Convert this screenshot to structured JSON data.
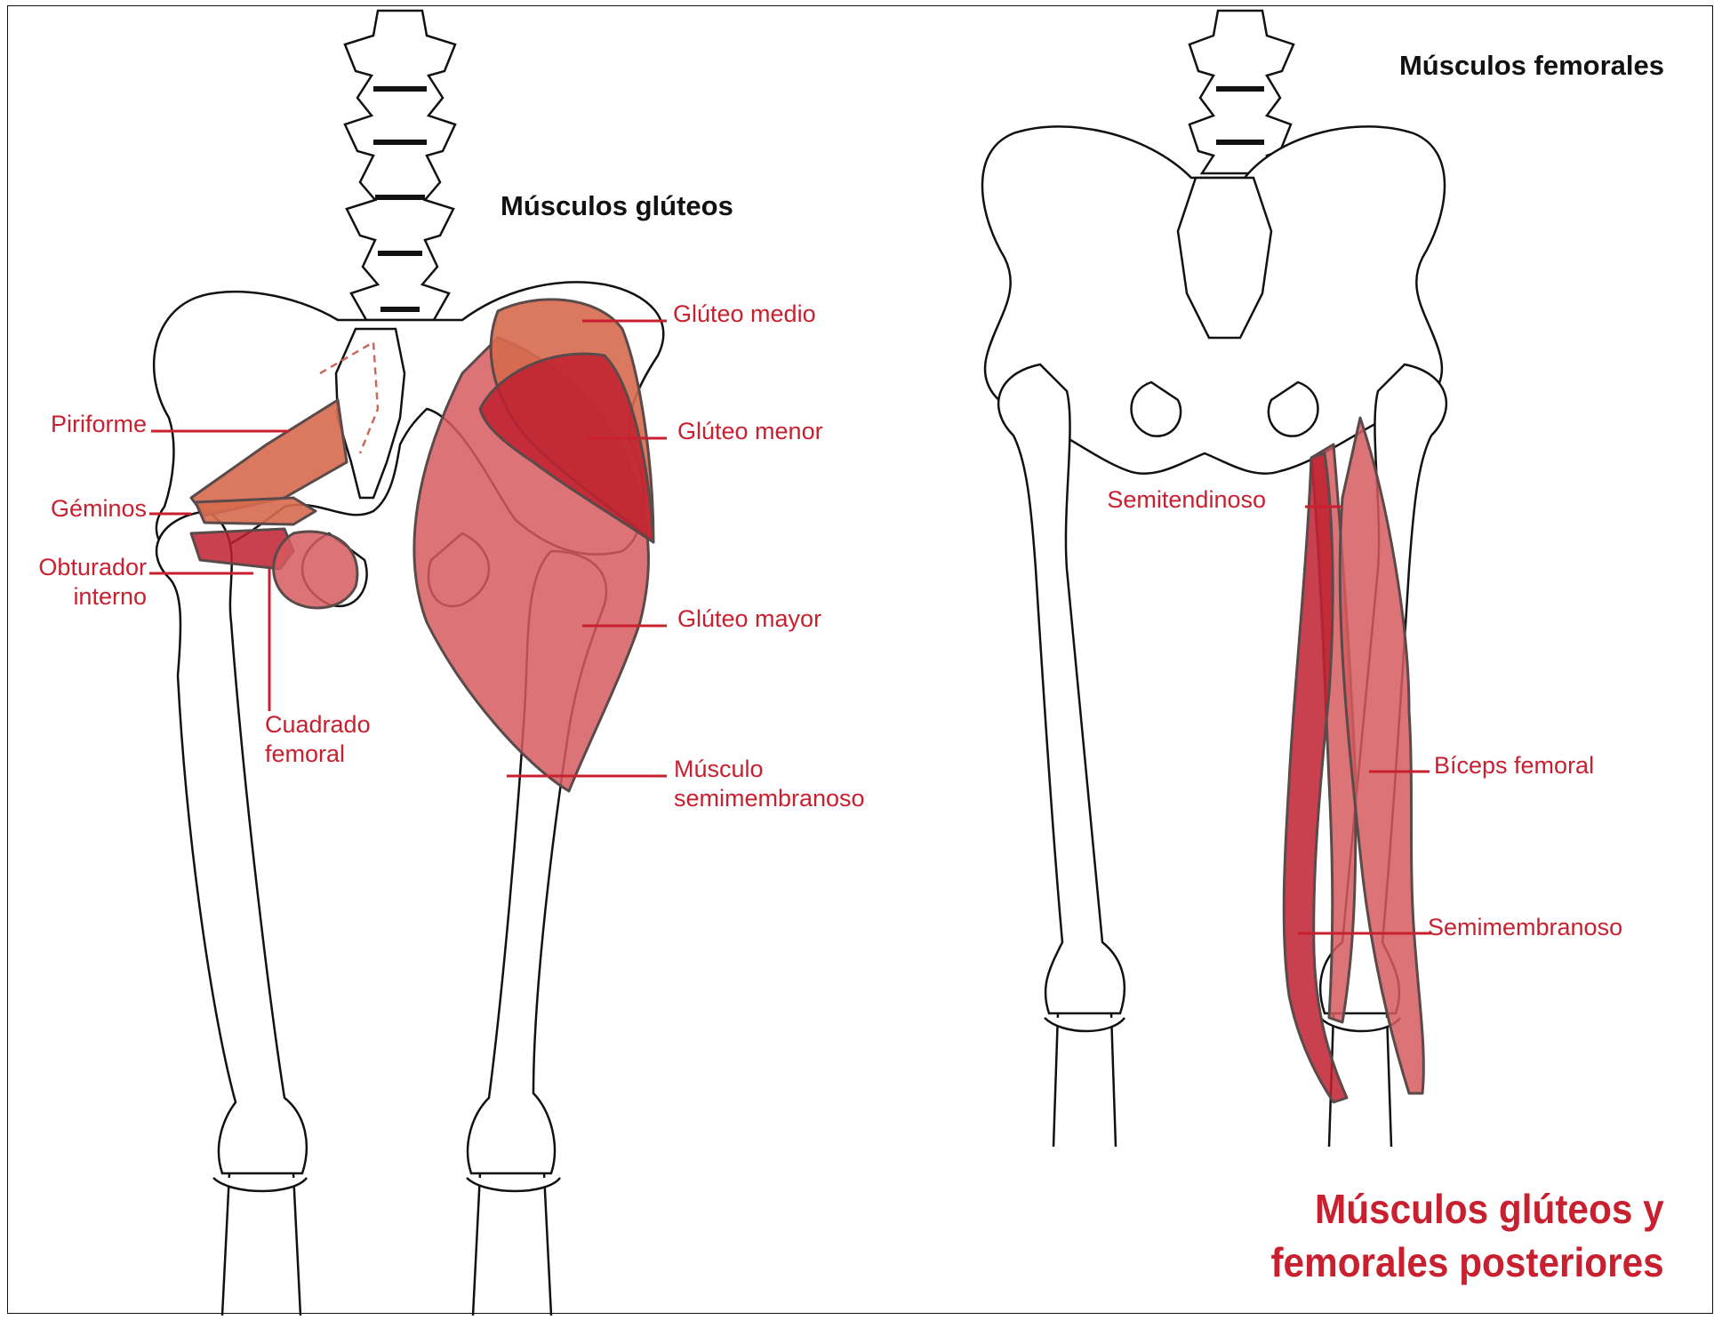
{
  "headings": {
    "gluteal": "Músculos glúteos",
    "femoral": "Músculos femorales"
  },
  "title": {
    "line1": "Músculos glúteos y",
    "line2": "femorales posteriores"
  },
  "gluteal_labels": {
    "gluteo_medio": "Glúteo medio",
    "gluteo_menor": "Glúteo menor",
    "gluteo_mayor": "Glúteo mayor",
    "semimembranoso_line1": "Músculo",
    "semimembranoso_line2": "semimembranoso",
    "piriforme": "Piriforme",
    "geminos": "Géminos",
    "obturador_line1": "Obturador",
    "obturador_line2": "interno",
    "cuadrado_line1": "Cuadrado",
    "cuadrado_line2": "femoral"
  },
  "femoral_labels": {
    "semitendinoso": "Semitendinoso",
    "biceps": "Bíceps femoral",
    "semimembranoso": "Semimembranoso"
  },
  "colors": {
    "label": "#c8202f",
    "muscle_light": "#d65a5e",
    "muscle_orange": "#d66a4e",
    "muscle_dark": "#c0202f",
    "outline": "#111111"
  }
}
